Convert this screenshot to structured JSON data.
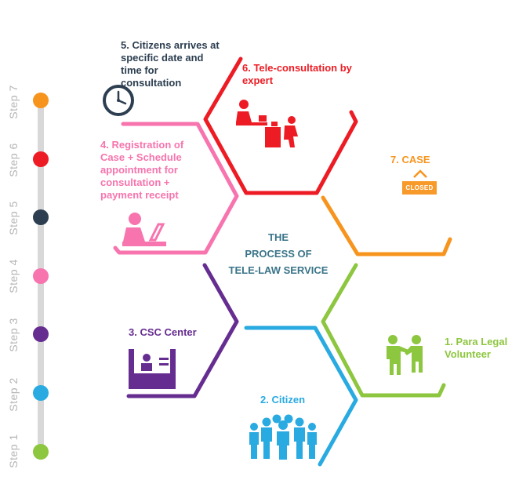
{
  "colors": {
    "step1": "#8dc63f",
    "step2": "#29aae1",
    "step3": "#662d91",
    "step4": "#f774ae",
    "step5": "#2c3e50",
    "step6": "#ed1c24",
    "step7": "#f7941e",
    "timeline": "#d8d8d8",
    "center_text": "#3a7488",
    "step_text": "#b5b5b5"
  },
  "timeline": {
    "steps": [
      "Step 1",
      "Step 2",
      "Step 3",
      "Step 4",
      "Step 5",
      "Step 6",
      "Step 7"
    ]
  },
  "center": {
    "line1": "THE",
    "line2": "PROCESS OF",
    "line3": "TELE-LAW SERVICE"
  },
  "stages": {
    "s1": "1.  Para Legal\n      Volunteer",
    "s2": "2.  Citizen",
    "s3": "3.  CSC Center",
    "s4": "4.  Registration of\n      Case + Schedule\n      appointment for\n      consultation +\n      payment receipt",
    "s5": "5.  Citizens arrives at\n      specific date and\n      time for\n      consultation",
    "s6": "6.  Tele-consultation by\n      expert",
    "s7": "7.  CASE"
  },
  "badge": {
    "closed": "CLOSED"
  },
  "icons": {
    "s1": "handshake-people-icon",
    "s2": "group-people-icon",
    "s3": "csc-center-icon",
    "s4": "person-laptop-icon",
    "s5": "clock-icon",
    "s6": "tele-consultation-icon",
    "s7": "case-closed-icon"
  }
}
